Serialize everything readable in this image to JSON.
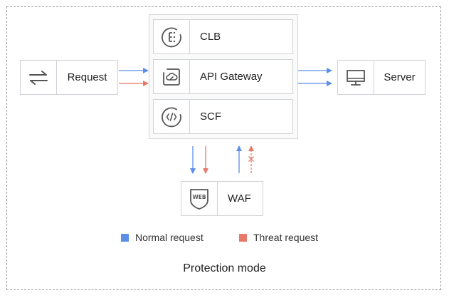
{
  "colors": {
    "normal": "#5b8fe8",
    "threat": "#e8786a",
    "border": "#cfd3d8",
    "icon": "#555555"
  },
  "nodes": {
    "request": {
      "label": "Request",
      "icon": "swap-arrows-icon"
    },
    "clb": {
      "label": "CLB",
      "icon": "clb-icon"
    },
    "api_gateway": {
      "label": "API Gateway",
      "icon": "api-gateway-icon"
    },
    "scf": {
      "label": "SCF",
      "icon": "scf-icon"
    },
    "server": {
      "label": "Server",
      "icon": "monitor-icon"
    },
    "waf": {
      "label": "WAF",
      "icon": "waf-shield-icon",
      "icon_text": "WEB"
    }
  },
  "legend": {
    "normal": "Normal request",
    "threat": "Threat request"
  },
  "caption": "Protection mode"
}
